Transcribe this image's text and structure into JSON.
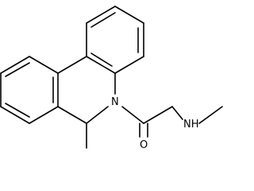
{
  "molecule": {
    "atoms": {
      "nitrogen_ring": "N",
      "oxygen": "O",
      "nitrogen_amine": "NH"
    }
  }
}
